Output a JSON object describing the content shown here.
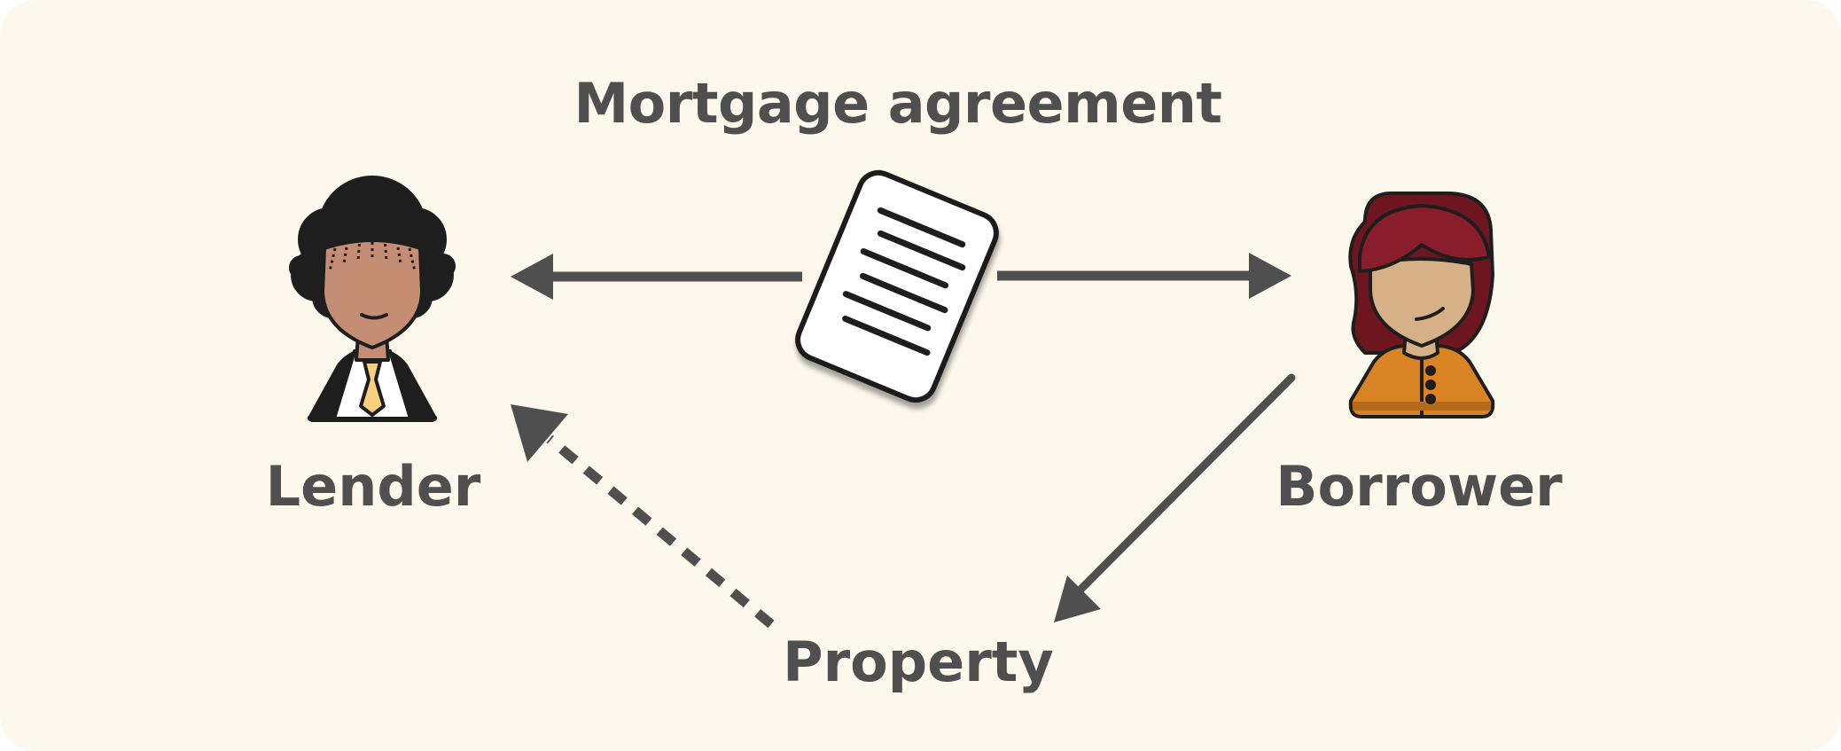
{
  "title": "Mortgage agreement",
  "parties": {
    "lender": "Lender",
    "borrower": "Borrower",
    "property": "Property"
  },
  "icons": {
    "lender": "lender-person-icon",
    "borrower": "borrower-person-icon",
    "document": "document-icon"
  },
  "arrows": [
    {
      "from": "document",
      "to": "Lender",
      "style": "solid"
    },
    {
      "from": "document",
      "to": "Borrower",
      "style": "solid"
    },
    {
      "from": "Borrower",
      "to": "Property",
      "style": "solid"
    },
    {
      "from": "Property",
      "to": "Lender",
      "style": "dashed"
    }
  ],
  "colors": {
    "background": "#fcf8eb",
    "arrow": "#4f4f4f",
    "label": "#4f4f4f",
    "lender_skin": "#c48d74",
    "borrower_skin": "#d6b087",
    "borrower_hair": "#6e1620",
    "borrower_top": "#d98324",
    "tie": "#f6d07e"
  }
}
